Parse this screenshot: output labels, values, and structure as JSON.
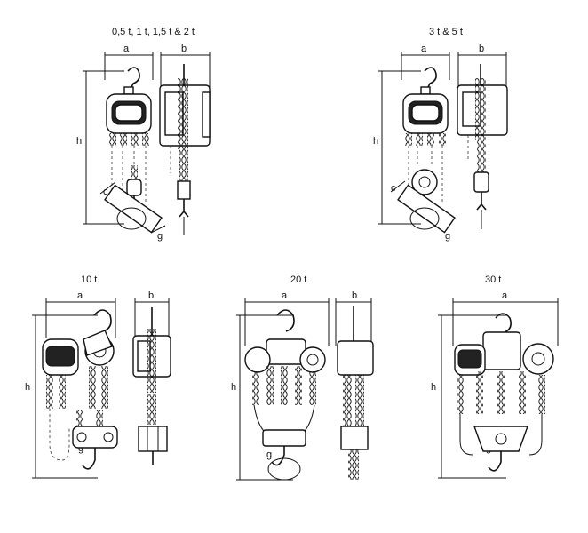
{
  "titles": {
    "small": "0,5 t, 1 t, 1,5 t & 2 t",
    "medium": "3 t & 5 t",
    "t10": "10 t",
    "t20": "20 t",
    "t30": "30 t"
  },
  "dims": {
    "a": "a",
    "b": "b",
    "h": "h",
    "c": "c",
    "g": "g"
  }
}
